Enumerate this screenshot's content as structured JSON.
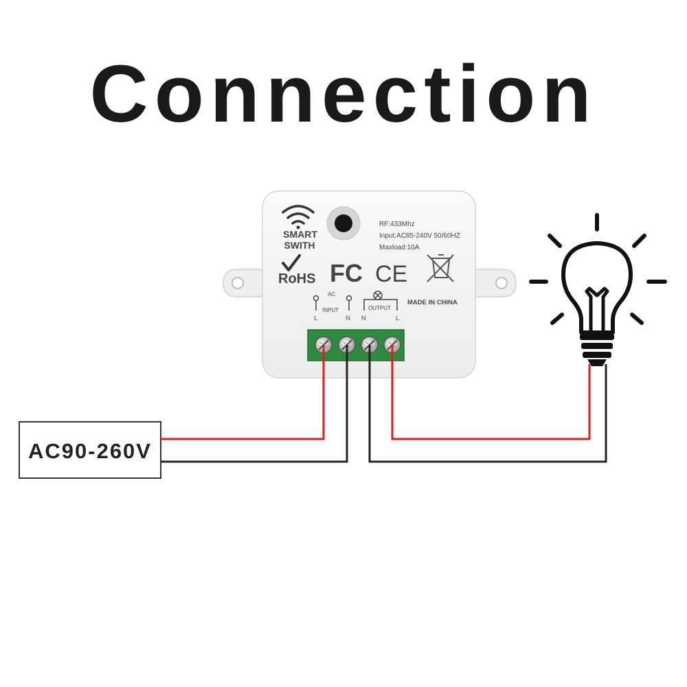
{
  "title": "Connection",
  "power_source": {
    "label": "AC90-260V"
  },
  "device": {
    "brand_line1": "SMART",
    "brand_line2": "SWITH",
    "rohs": "RoHS",
    "fcc": "FC",
    "ce": "CE",
    "spec_rf": "RF:433Mhz",
    "spec_input": "Input:AC85-240V 50/60HZ",
    "spec_maxload": "Maxload:10A",
    "origin": "MADE IN CHINA",
    "ac_label": "AC",
    "input_label": "INPUT",
    "output_label": "OUTPUT",
    "input_l": "L",
    "input_n": "N",
    "output_n": "N",
    "output_l": "L"
  },
  "colors": {
    "live_wire": "#e01b1b",
    "neutral_wire": "#222222",
    "terminal_block": "#2e8b3d",
    "device_body": "#f4f4f4"
  },
  "icons": [
    "wifi-icon",
    "check-icon",
    "weee-bin-icon",
    "lamp-symbol-icon",
    "light-bulb-icon"
  ]
}
